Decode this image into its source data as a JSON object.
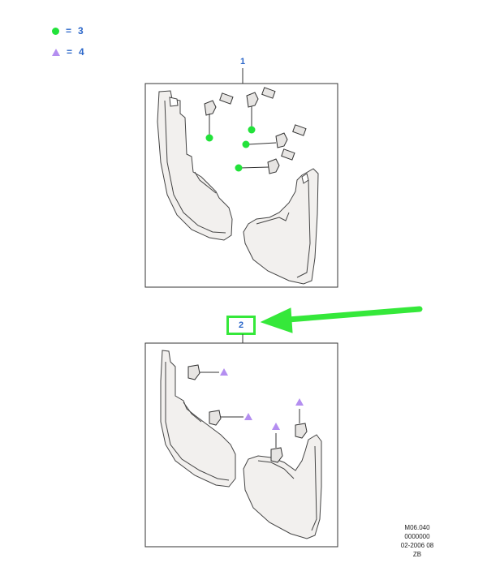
{
  "legend": [
    {
      "symbol": "green-dot",
      "equals": "=",
      "value": "3"
    },
    {
      "symbol": "purple-triangle",
      "equals": "=",
      "value": "4"
    }
  ],
  "callouts": {
    "item1": "1",
    "item2": "2"
  },
  "drawing_id": {
    "line1": "M06.040",
    "line2": "0000000",
    "line3": "02-2006 08",
    "line4": "ZB"
  },
  "colors": {
    "green": "#22e23a",
    "purple": "#b48ef0",
    "callout_blue": "#2a66c9",
    "highlight": "#35e83a"
  }
}
